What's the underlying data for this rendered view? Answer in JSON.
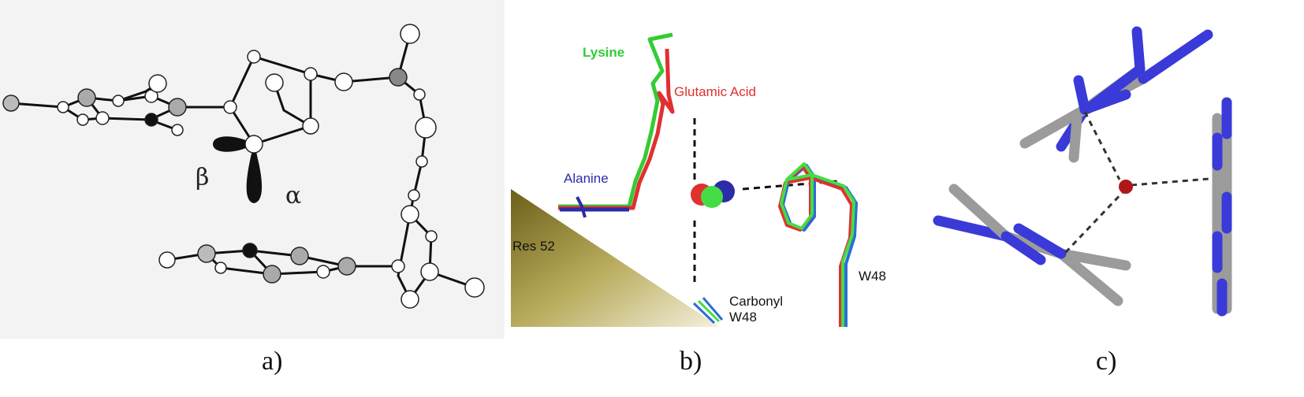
{
  "panels": {
    "a": {
      "caption": "a)",
      "labels": {
        "beta": "β",
        "alpha": "α"
      }
    },
    "b": {
      "caption": "b)",
      "labels": {
        "lysine": "Lysine",
        "glutamic_acid": "Glutamic Acid",
        "alanine": "Alanine",
        "res52": "Res 52",
        "carbonyl": "Carbonyl",
        "carbonyl_w48": "W48",
        "w48": "W48"
      },
      "colors": {
        "lysine": "#33cc33",
        "glutamic_acid": "#e03030",
        "alanine": "#2c2ca8",
        "helix": "#a89a46"
      }
    },
    "c": {
      "caption": "c)",
      "colors": {
        "carbon": "#9b9b9b",
        "nitrogen": "#3a3ad8",
        "oxygen": "#b01818"
      }
    }
  }
}
